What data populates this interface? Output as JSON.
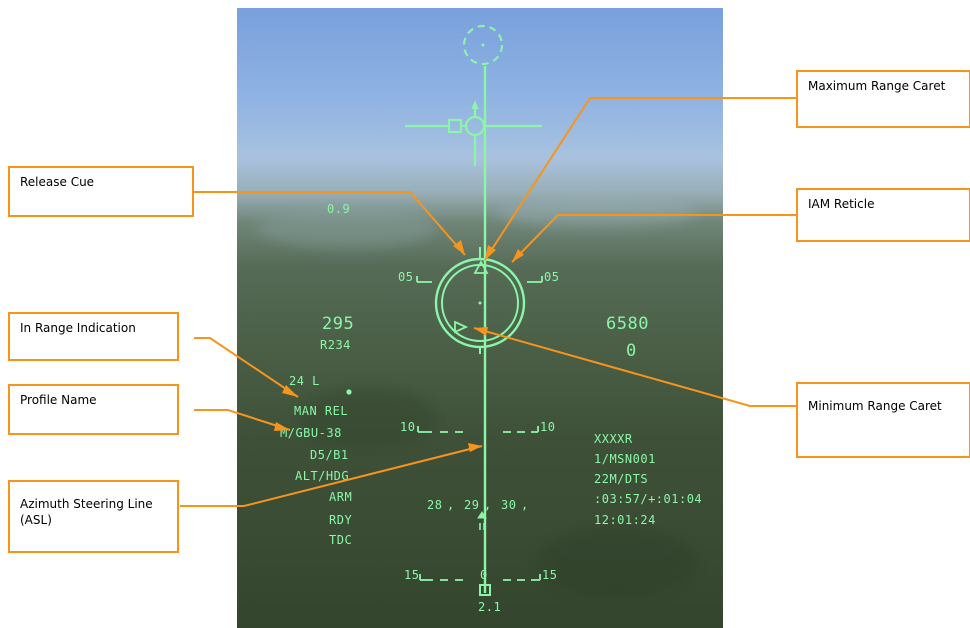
{
  "callouts": {
    "release_cue": "Release Cue",
    "in_range": "In Range Indication",
    "profile_name": "Profile Name",
    "asl": "Azimuth Steering Line (ASL)",
    "max_range": "Maximum Range Caret",
    "iam_reticle": "IAM Reticle",
    "min_range": "Minimum Range Caret"
  },
  "hud": {
    "top_value": "0.9",
    "pitch_05_left": "05",
    "pitch_05_right": "05",
    "speed": "295",
    "range": "R234",
    "altitude": "6580",
    "alt_sub": "0",
    "left_block": [
      "24   L",
      "MAN REL",
      "M/GBU-38",
      "D5/B1",
      "ALT/HDG",
      "ARM",
      "RDY",
      "TDC"
    ],
    "pitch_10_left": "10",
    "pitch_10_right": "10",
    "right_block": [
      "XXXXR",
      "1/MSN001",
      "22M/DTS",
      ":03:57/+:01:04",
      "12:01:24"
    ],
    "heading_tape": [
      "28",
      "29",
      "30"
    ],
    "pitch_15_left": "15",
    "pitch_15_right": "15",
    "pitch_0": "0",
    "bottom_value": "2.1"
  },
  "colors": {
    "hud": "#8bf5a8",
    "callout_border": "#f7941d"
  }
}
